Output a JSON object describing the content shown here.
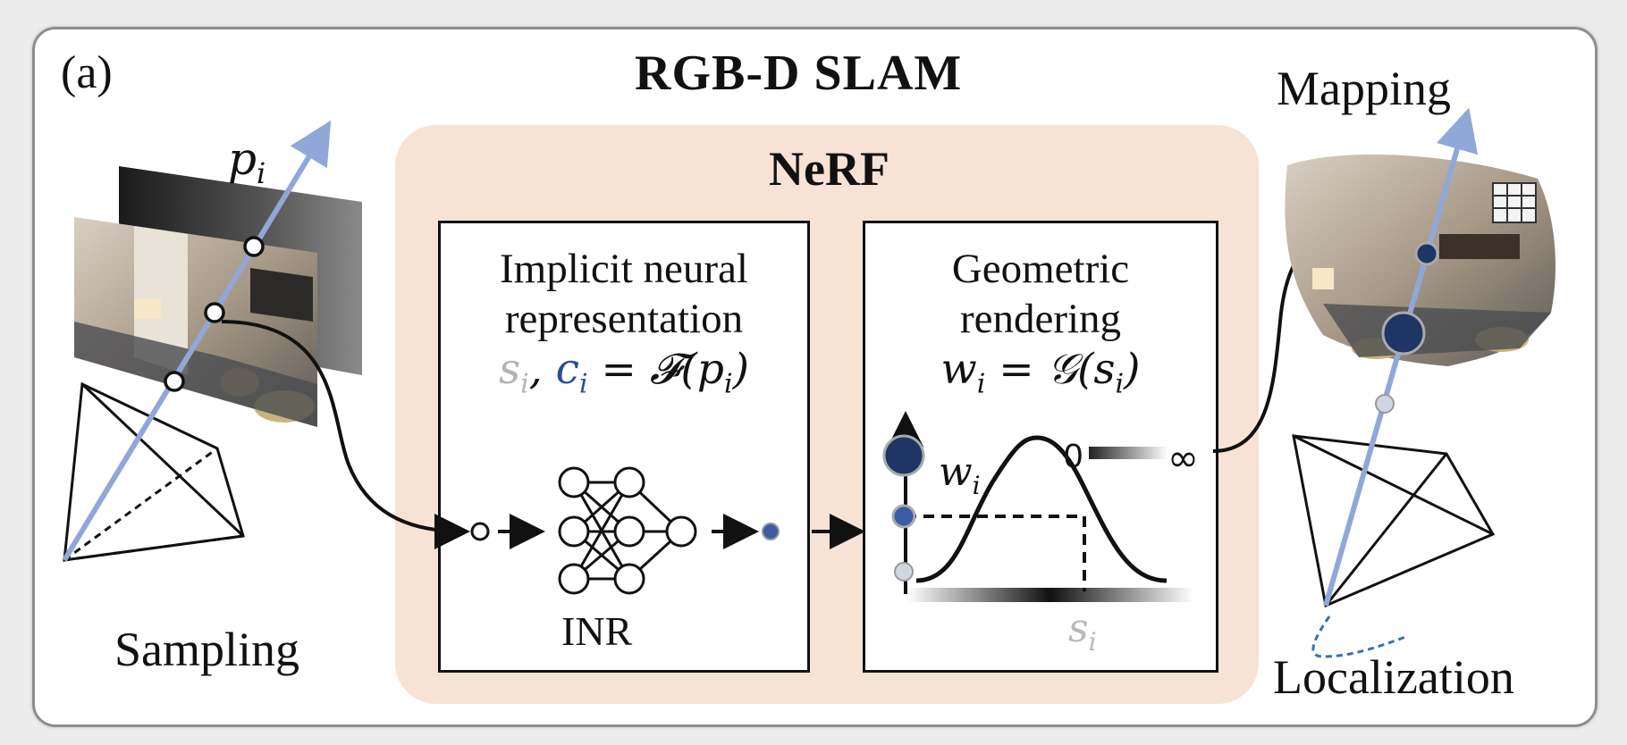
{
  "panel_label": "(a)",
  "title": "RGB-D SLAM",
  "nerf": {
    "title": "NeRF",
    "inr_box": {
      "heading_line1": "Implicit neural",
      "heading_line2": "representation",
      "eq_s": "s",
      "eq_i1": "i",
      "eq_comma": ", ",
      "eq_c": "c",
      "eq_i2": "i",
      "eq_rest": " = 𝓕(p",
      "eq_i3": "i",
      "eq_close": ")",
      "network_label": "INR"
    },
    "render_box": {
      "heading_line1": "Geometric",
      "heading_line2": "rendering",
      "eq_w": "w",
      "eq_i1": "i",
      "eq_rest": " = 𝒢(s",
      "eq_i2": "i",
      "eq_close": ")",
      "weight_label": "w",
      "weight_sub": "i",
      "depth_label": "s",
      "depth_sub": "i",
      "gradient_start": "0",
      "gradient_end": "∞"
    }
  },
  "left": {
    "ray_label": "p",
    "ray_sub": "i",
    "caption": "Sampling"
  },
  "right": {
    "caption_top": "Mapping",
    "caption_bottom": "Localization"
  },
  "colors": {
    "ray": "#8fa8d8",
    "point_dark": "#1f3566",
    "point_mid": "#3a5ba6",
    "point_light": "#d0d6e0",
    "nerf_bg": "#f6e3d6",
    "trajectory": "#3a6fb5"
  }
}
